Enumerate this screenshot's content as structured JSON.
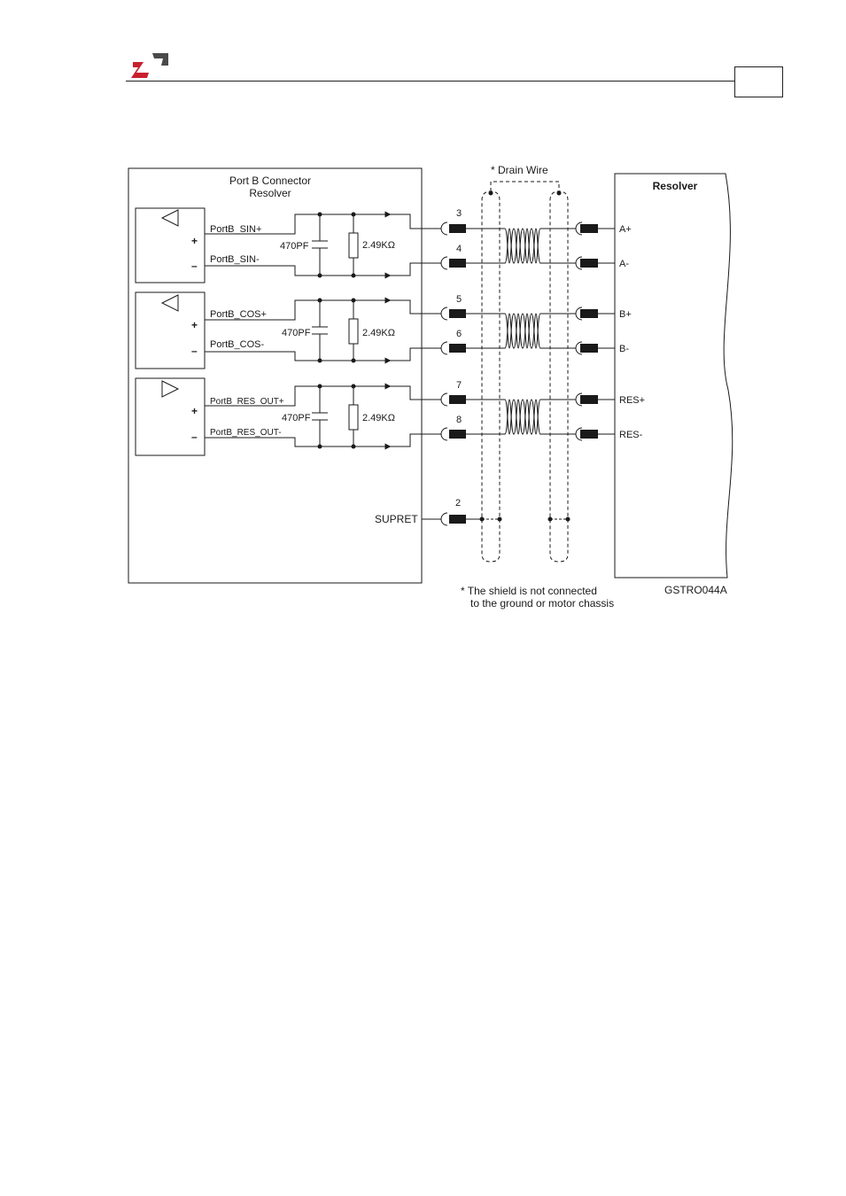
{
  "colors": {
    "logo_red": "#c8202f",
    "logo_gray": "#4a4a4a",
    "line": "#1a1a1a"
  },
  "diagram": {
    "connector_title_line1": "Port B Connector",
    "connector_title_line2": "Resolver",
    "drain_wire": "* Drain Wire",
    "resolver_title": "Resolver",
    "channels": [
      {
        "plus_label": "PortB_SIN+",
        "minus_label": "PortB_SIN-",
        "cap": "470PF",
        "res": "2.49KΩ",
        "pin_plus": "3",
        "pin_minus": "4",
        "res_plus": "A+",
        "res_minus": "A-",
        "plus_sign": "+",
        "minus_sign": "–"
      },
      {
        "plus_label": "PortB_COS+",
        "minus_label": "PortB_COS-",
        "cap": "470PF",
        "res": "2.49KΩ",
        "pin_plus": "5",
        "pin_minus": "6",
        "res_plus": "B+",
        "res_minus": "B-",
        "plus_sign": "+",
        "minus_sign": "–"
      },
      {
        "plus_label": "PortB_RES_OUT+",
        "minus_label": "PortB_RES_OUT-",
        "cap": "470PF",
        "res": "2.49KΩ",
        "pin_plus": "7",
        "pin_minus": "8",
        "res_plus": "RES+",
        "res_minus": "RES-",
        "plus_sign": "+",
        "minus_sign": "–"
      }
    ],
    "supret_label": "SUPRET",
    "supret_pin": "2",
    "note_line1": "* The shield is not connected",
    "note_line2": "to the ground or motor chassis",
    "figure_code": "GSTRO044A"
  }
}
